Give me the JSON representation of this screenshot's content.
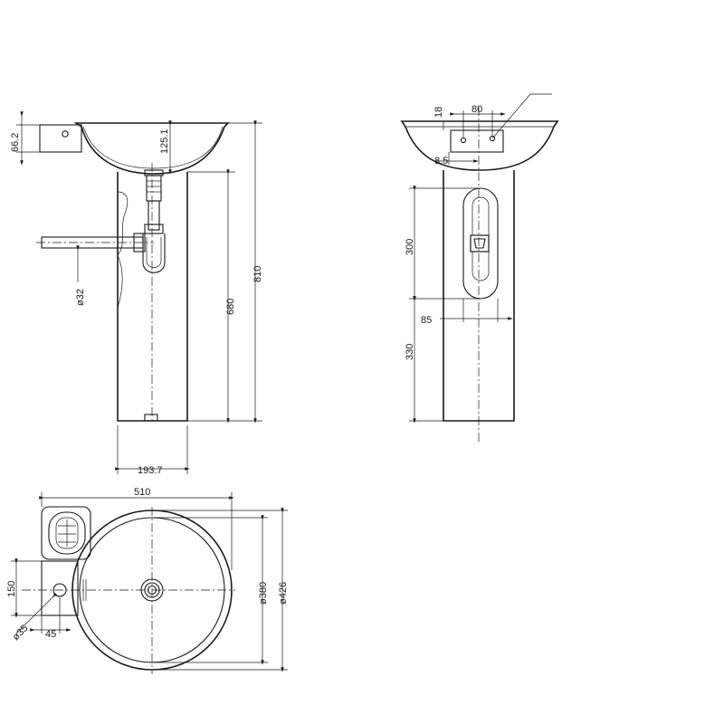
{
  "side_view": {
    "dim_overflow_height": "66.2",
    "dim_basin_depth": "125.1",
    "dim_waste_pipe": "ø32",
    "dim_pedestal_height": "680",
    "dim_total_height": "810",
    "dim_pedestal_width": "193.7"
  },
  "front_view": {
    "dim_top_offset": "18",
    "dim_tap_spacing": "80",
    "dim_tap_offset": "8.5",
    "dim_opening_height": "300",
    "dim_opening_width": "85",
    "dim_floor_to_opening": "330"
  },
  "plan_view": {
    "dim_overall_width": "510",
    "dim_bowl_diameter": "ø380",
    "dim_rim_diameter": "ø426",
    "dim_tap_block": "150",
    "dim_tap_hole": "ø35",
    "dim_tap_offset": "45"
  }
}
